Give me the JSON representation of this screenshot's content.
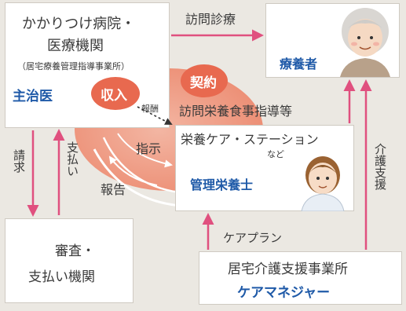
{
  "hospital": {
    "line1": "かかりつけ病院・",
    "line2": "医療機関",
    "line3": "（居宅療養管理指導事業所）",
    "doctor": "主治医",
    "income": "収入"
  },
  "patient": {
    "label": "療養者"
  },
  "station": {
    "title": "栄養ケア・ステーション",
    "etc": "など",
    "role": "管理栄養士"
  },
  "review": {
    "line1": "審査・",
    "line2": "支払い機関"
  },
  "care_office": {
    "line1": "居宅介護支援事業所",
    "role": "ケアマネジャー"
  },
  "labels": {
    "visit_medical": "訪問診療",
    "contract": "契約",
    "visit_nutrition": "訪問栄養食事指導等",
    "reward": "報酬",
    "instruction": "指示",
    "report": "報告",
    "claim": "請求",
    "payment": "支払い",
    "care_plan": "ケアプラン",
    "care_support": "介護支援"
  },
  "colors": {
    "arrow": "#e0507f",
    "salmon": "#e8694f",
    "accent_blue": "#1f5aa8"
  }
}
